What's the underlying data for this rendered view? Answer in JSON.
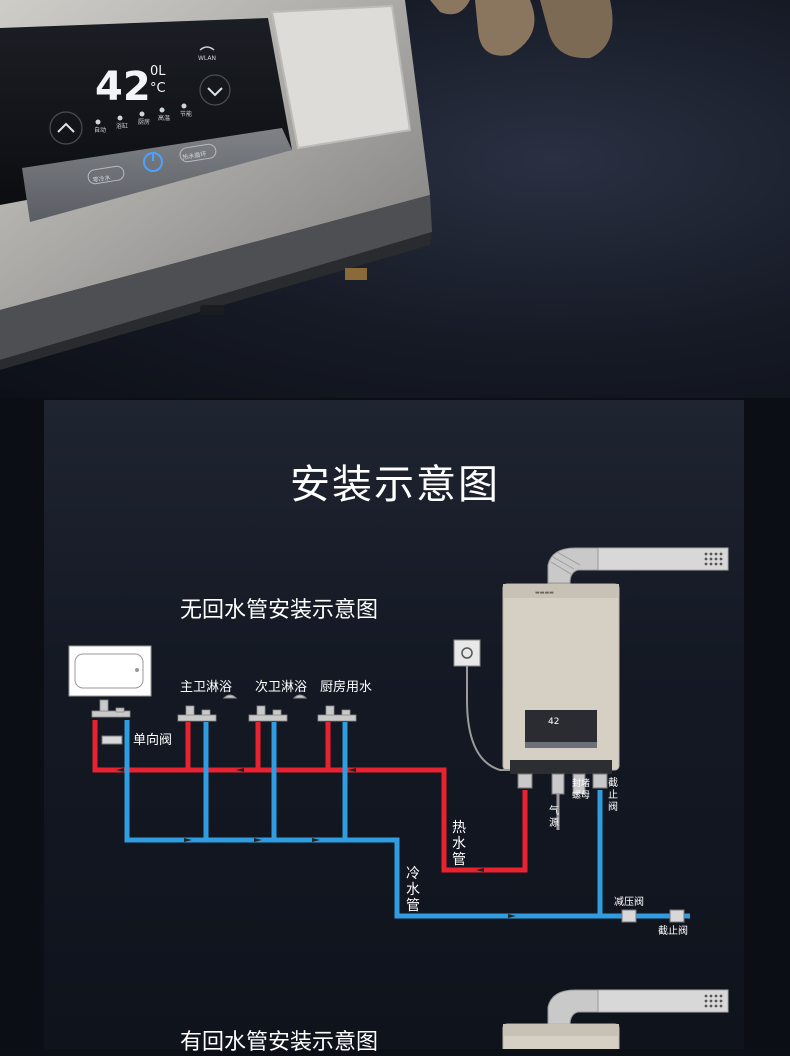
{
  "hero": {
    "temperature": "42",
    "unit_top": "0L",
    "unit_bottom": "°C",
    "wifi_label": "WLAN",
    "icon_labels": [
      "自动",
      "浴缸",
      "厨房",
      "高温",
      "节能"
    ],
    "left_button": "零冷水",
    "right_button": "热水循环"
  },
  "main_title": "安装示意图",
  "diagram1": {
    "title": "无回水管安装示意图",
    "labels": {
      "master_shower": "主卫淋浴",
      "second_shower": "次卫淋浴",
      "kitchen_water": "厨房用水",
      "check_valve": "单向阀",
      "hot_pipe": [
        "热",
        "水",
        "管"
      ],
      "cold_pipe": [
        "冷",
        "水",
        "管"
      ],
      "gas_source": [
        "气",
        "源"
      ],
      "seal_nut": [
        "封堵",
        "螺母"
      ],
      "shutoff_valve_v": [
        "截",
        "止",
        "阀"
      ],
      "pressure_valve": "减压阀",
      "shutoff_valve": "截止阀"
    },
    "heater_display": "42"
  },
  "diagram2": {
    "title": "有回水管安装示意图"
  },
  "colors": {
    "hot": "#e8232f",
    "cold": "#2f9de0",
    "panel_bg": "#151a25"
  }
}
